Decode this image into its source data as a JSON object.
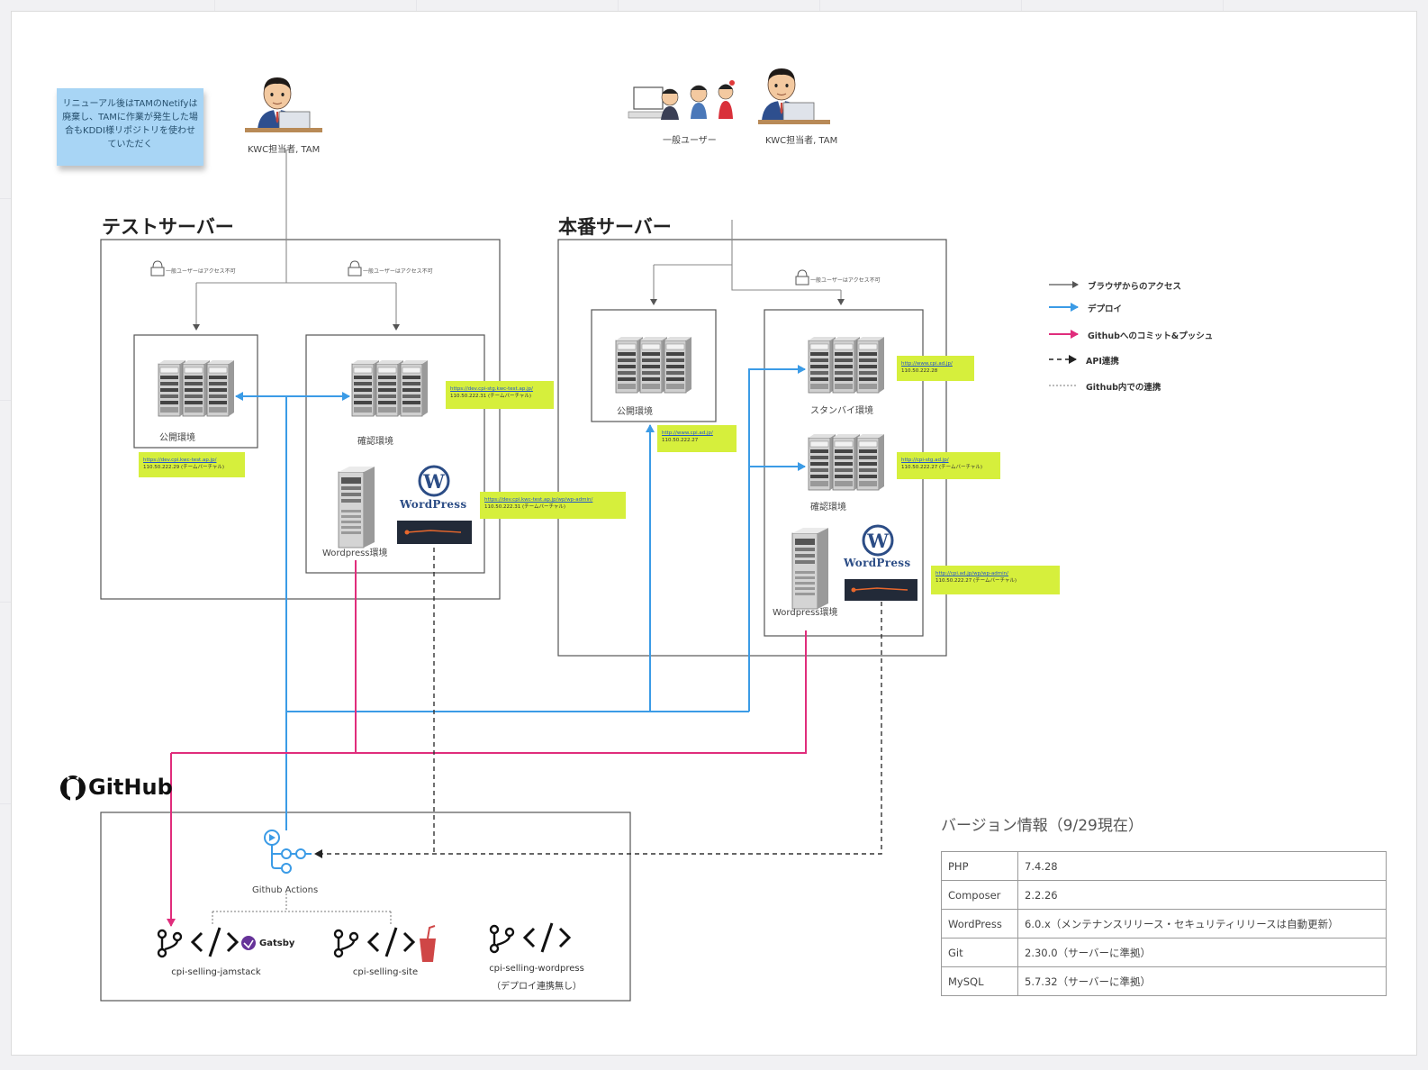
{
  "sticky_note": "リニューアル後はTAMのNetifyは廃棄し、TAMに作業が発生した場合もKDDI様リポジトリを使わせていただく",
  "people": {
    "left_staff_label": "KWC担当者, TAM",
    "general_users_label": "一般ユーザー",
    "right_staff_label": "KWC担当者, TAM"
  },
  "test_server": {
    "title": "テストサーバー",
    "lock_left": "一般ユーザーはアクセス不可",
    "lock_right": "一般ユーザーはアクセス不可",
    "public_env": "公開環境",
    "confirm_env": "確認環境",
    "wordpress_env": "Wordpress環境",
    "notes": {
      "public": {
        "url": "https://dev.cpi.kwc-test.ap.jp/",
        "ip": "110.50.222.29 (チームバーチャル)"
      },
      "confirm": {
        "url": "https://dev.cpi-stg.kwc-test.ap.jp/",
        "ip": "110.50.222.31 (チームバーチャル)"
      },
      "wordpress": {
        "url": "https://dev.cpi.kwc-test.ap.jp/wp/wp-admin/",
        "ip": "110.50.222.31 (チームバーチャル)"
      }
    }
  },
  "prod_server": {
    "title": "本番サーバー",
    "lock": "一般ユーザーはアクセス不可",
    "public_env": "公開環境",
    "standby_env": "スタンバイ環境",
    "confirm_env": "確認環境",
    "wordpress_env": "Wordpress環境",
    "notes": {
      "public": {
        "url": "http://www.cpi.ad.jp/",
        "ip": "110.50.222.27"
      },
      "standby": {
        "url": "http://www.cpi.ad.jp/",
        "ip": "110.50.222.28"
      },
      "confirm": {
        "url": "http://cpi-stg.ad.jp/",
        "ip": "110.50.222.27 (チームバーチャル)"
      },
      "wordpress": {
        "url": "http://cpi.ad.jp/wp/wp-admin/",
        "ip": "110.50.222.27 (チームバーチャル)"
      }
    }
  },
  "wordpress_logo": "WordPress",
  "legend": {
    "browser": "ブラウザからのアクセス",
    "deploy": "デプロイ",
    "commit": "Githubへのコミット&プッシュ",
    "api": "API連携",
    "github_internal": "Github内での連携"
  },
  "colors": {
    "deploy": "#3b9be6",
    "commit": "#e02d7c",
    "sticky": "#a8d5f5",
    "note": "#d6ef3c"
  },
  "github": {
    "title": "GitHub",
    "actions": "Github Actions",
    "repos": [
      {
        "name": "cpi-selling-jamstack",
        "sub": "",
        "badge": "Gatsby"
      },
      {
        "name": "cpi-selling-site",
        "sub": "",
        "badge": ""
      },
      {
        "name": "cpi-selling-wordpress",
        "sub": "（デプロイ連携無し）",
        "badge": ""
      }
    ]
  },
  "versions": {
    "title": "バージョン情報（9/29現在）",
    "rows": [
      {
        "name": "PHP",
        "value": "7.4.28"
      },
      {
        "name": "Composer",
        "value": "2.2.26"
      },
      {
        "name": "WordPress",
        "value": "6.0.x（メンテナンスリリース・セキュリティリリースは自動更新）"
      },
      {
        "name": "Git",
        "value": "2.30.0（サーバーに準拠）"
      },
      {
        "name": "MySQL",
        "value": "5.7.32（サーバーに準拠）"
      }
    ]
  }
}
